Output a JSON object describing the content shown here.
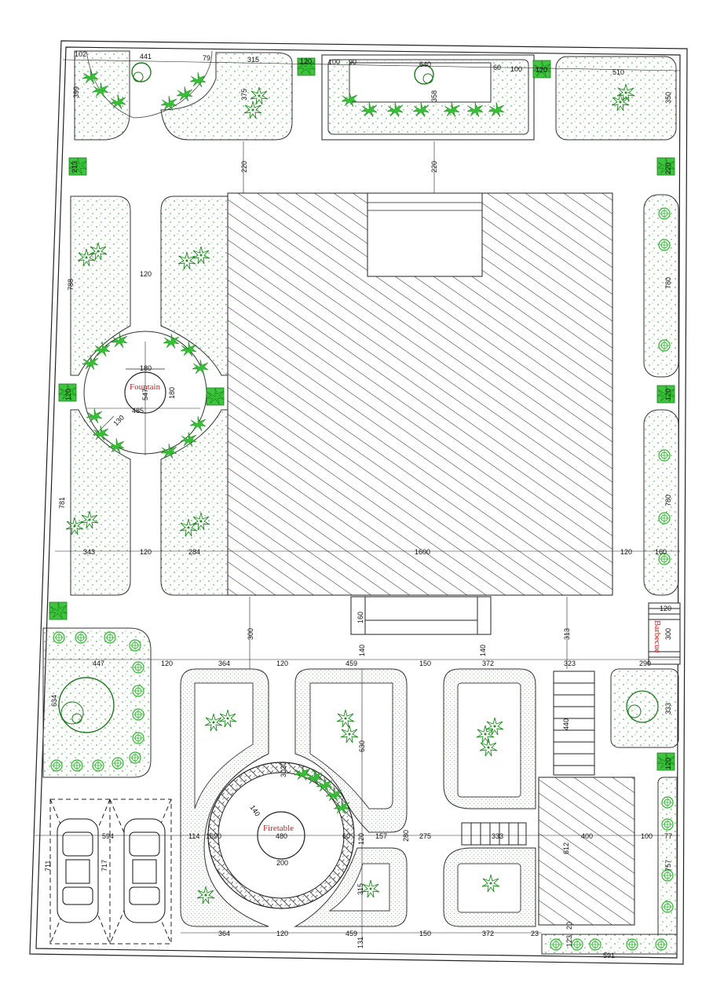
{
  "labels": {
    "fountain": "Fountain",
    "firetable": "Firetable",
    "barbecue": "Barbecue"
  },
  "colors": {
    "label_red": "#d11a1a",
    "plant_green": "#2db82d",
    "planting_dots": "#2f9e2f",
    "line": "#222222"
  },
  "icons": [
    "tree-icon",
    "shrub-icon",
    "palm-icon",
    "car-icon"
  ],
  "dimensions": {
    "d102": "102",
    "d441": "441",
    "d79": "79",
    "d315": "315",
    "d120a": "120",
    "d100a": "100",
    "d90": "90",
    "d640": "640",
    "d60a": "60",
    "d100b": "100",
    "d120b": "120",
    "d510": "510",
    "d399": "399",
    "d375": "375",
    "d358": "358",
    "d350": "350",
    "d220a": "220",
    "d220b": "220",
    "d213": "213",
    "d220c": "220",
    "d788": "788",
    "d120c": "120",
    "d780a": "780",
    "d180a": "180",
    "d547": "547",
    "d180b": "180",
    "d485": "485",
    "d130": "130",
    "d120d": "120",
    "d120e": "120",
    "d781": "781",
    "d780b": "780",
    "d343": "343",
    "d120f": "120",
    "d284": "284",
    "d1600": "1600",
    "d120g": "120",
    "d160a": "160",
    "d120h": "120",
    "d300a": "300",
    "d160b": "160",
    "d313": "313",
    "d120i": "120",
    "d300b": "300",
    "d447": "447",
    "d120j": "120",
    "d364a": "364",
    "d120k": "120",
    "d459a": "459",
    "d140a": "140",
    "d150a": "150",
    "d140b": "140",
    "d372a": "372",
    "d323": "323",
    "d290": "290",
    "d634": "634",
    "d440": "440",
    "d333a": "333",
    "d630": "630",
    "d3030": "3030",
    "d120l": "120",
    "d140c": "140",
    "d594": "594",
    "d114": "114",
    "d1690": "1690",
    "d480": "480",
    "d60b": "60",
    "d120m": "120",
    "d157": "157",
    "d280": "280",
    "d275": "275",
    "d333b": "333",
    "d400": "400",
    "d100c": "100",
    "d77": "77",
    "d711": "711",
    "d717": "717",
    "d200": "200",
    "d612": "612",
    "d757": "757",
    "d315b": "315",
    "d364b": "364",
    "d120n": "120",
    "d459b": "459",
    "d150b": "150",
    "d372b": "372",
    "d23": "23",
    "d20": "20",
    "d123": "123",
    "d131": "131",
    "d591": "591"
  }
}
